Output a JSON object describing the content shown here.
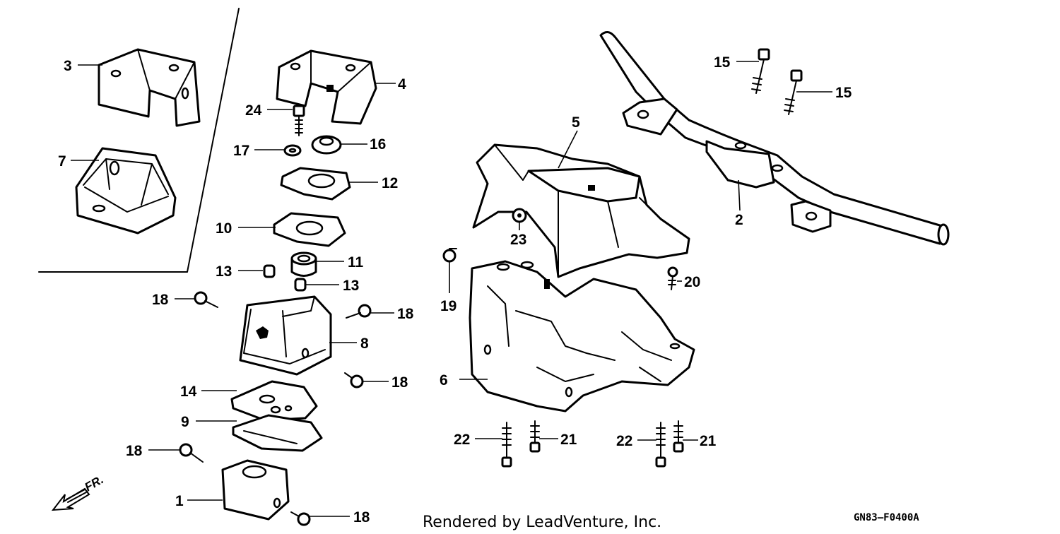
{
  "diagram": {
    "callouts": {
      "c1": "1",
      "c2": "2",
      "c3": "3",
      "c4": "4",
      "c5": "5",
      "c6": "6",
      "c7": "7",
      "c8": "8",
      "c9": "9",
      "c10": "10",
      "c11": "11",
      "c12": "12",
      "c13a": "13",
      "c13b": "13",
      "c14": "14",
      "c15a": "15",
      "c15b": "15",
      "c16": "16",
      "c17": "17",
      "c18a": "18",
      "c18b": "18",
      "c18c": "18",
      "c18d": "18",
      "c18e": "18",
      "c19": "19",
      "c20": "20",
      "c21a": "21",
      "c21b": "21",
      "c22a": "22",
      "c22b": "22",
      "c23": "23",
      "c24": "24"
    },
    "direction_label": "FR.",
    "credit": "Rendered by LeadVenture, Inc.",
    "diagram_code": "GN83–F0400A",
    "colors": {
      "line": "#000000",
      "background": "#ffffff"
    }
  }
}
